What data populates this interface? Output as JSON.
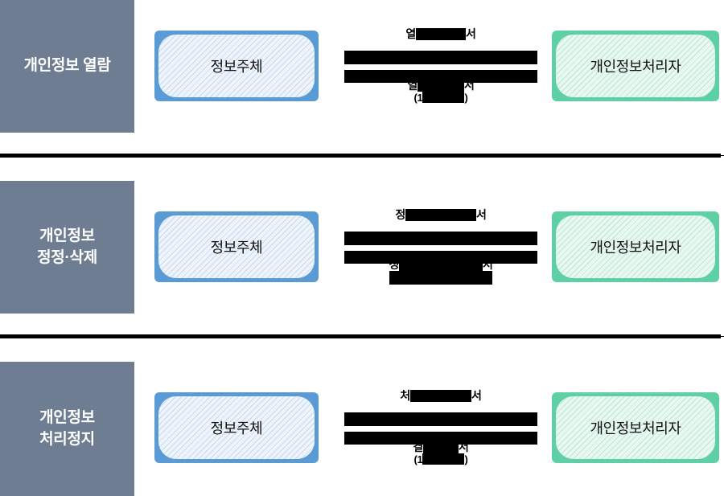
{
  "page": {
    "title": "개인정보 권리행사 절차도",
    "background": "#ffffff",
    "divider_color": "#000000"
  },
  "colors": {
    "category_panel": "#6e7d92",
    "category_text": "#ffffff",
    "subject_border": "#5b9bd5",
    "subject_fill": "#eef4fb",
    "controller_border": "#5fd0a6",
    "controller_fill": "#e9f8f1",
    "redaction": "#000000"
  },
  "actors": {
    "subject_label": "정보주체",
    "controller_label": "개인정보처리자"
  },
  "rows": [
    {
      "id": "row-access",
      "category": "개인정보 열람",
      "subject": "정보주체",
      "controller": "개인정보처리자",
      "request_label_prefix": "열",
      "request_label_suffix": "서",
      "request_label_full": "열▮▮▮▮서",
      "response_label_prefix": "열",
      "response_label_suffix": "서",
      "response_label_full": "열▮▮▮▮서",
      "response_sub_prefix": "(1",
      "response_sub_suffix": ")",
      "response_sub_full": "(1▮▮▮▮)",
      "has_response_sub": true,
      "redacted": true
    },
    {
      "id": "row-correction-deletion",
      "category": "개인정보\n정정·삭제",
      "subject": "정보주체",
      "controller": "개인정보처리자",
      "request_label_prefix": "정",
      "request_label_suffix": "서",
      "request_label_full": "정▮▮▮▮▮▮서",
      "response_label_prefix": "정",
      "response_label_suffix": "서",
      "response_label_full": "정▮▮▮▮▮▮▮서",
      "response_sub_prefix": "",
      "response_sub_suffix": "",
      "response_sub_full": "▮▮▮▮▮▮",
      "has_response_sub": true,
      "redacted": true
    },
    {
      "id": "row-processing-suspension",
      "category": "개인정보\n처리정지",
      "subject": "정보주체",
      "controller": "개인정보처리자",
      "request_label_prefix": "처",
      "request_label_suffix": "서",
      "request_label_full": "처▮▮▮▮▮서",
      "response_label_prefix": "결",
      "response_label_suffix": "서",
      "response_label_full": "결▮▮▮서",
      "response_sub_prefix": "(1",
      "response_sub_suffix": ")",
      "response_sub_full": "(1▮▮▮▮)",
      "has_response_sub": true,
      "redacted": true
    }
  ]
}
